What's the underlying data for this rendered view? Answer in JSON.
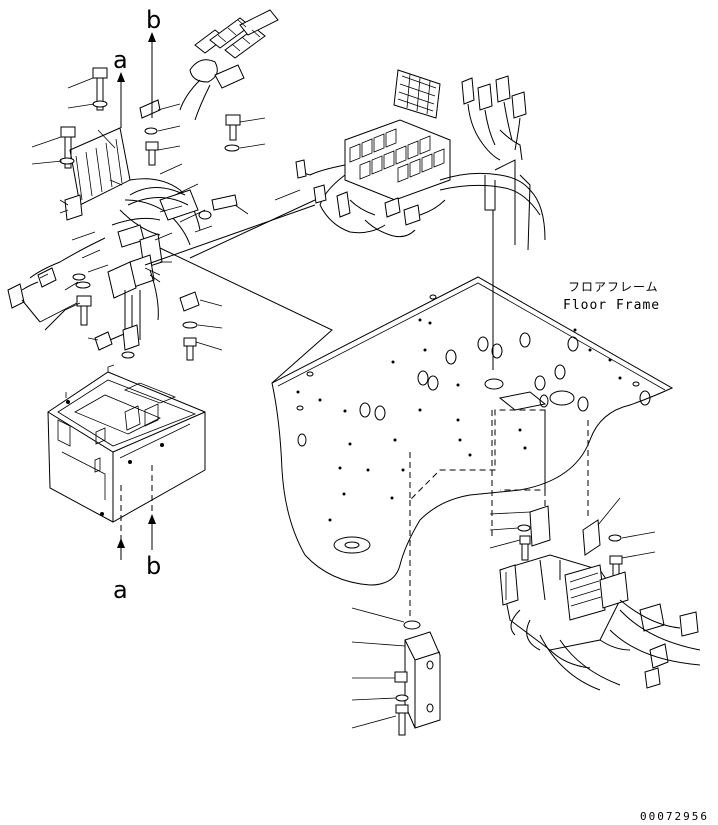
{
  "callouts": {
    "a": "a",
    "b": "b"
  },
  "floor_frame": {
    "label_jp": "フロアフレーム",
    "label_en": "Floor Frame"
  },
  "drawing_number": "00072956"
}
